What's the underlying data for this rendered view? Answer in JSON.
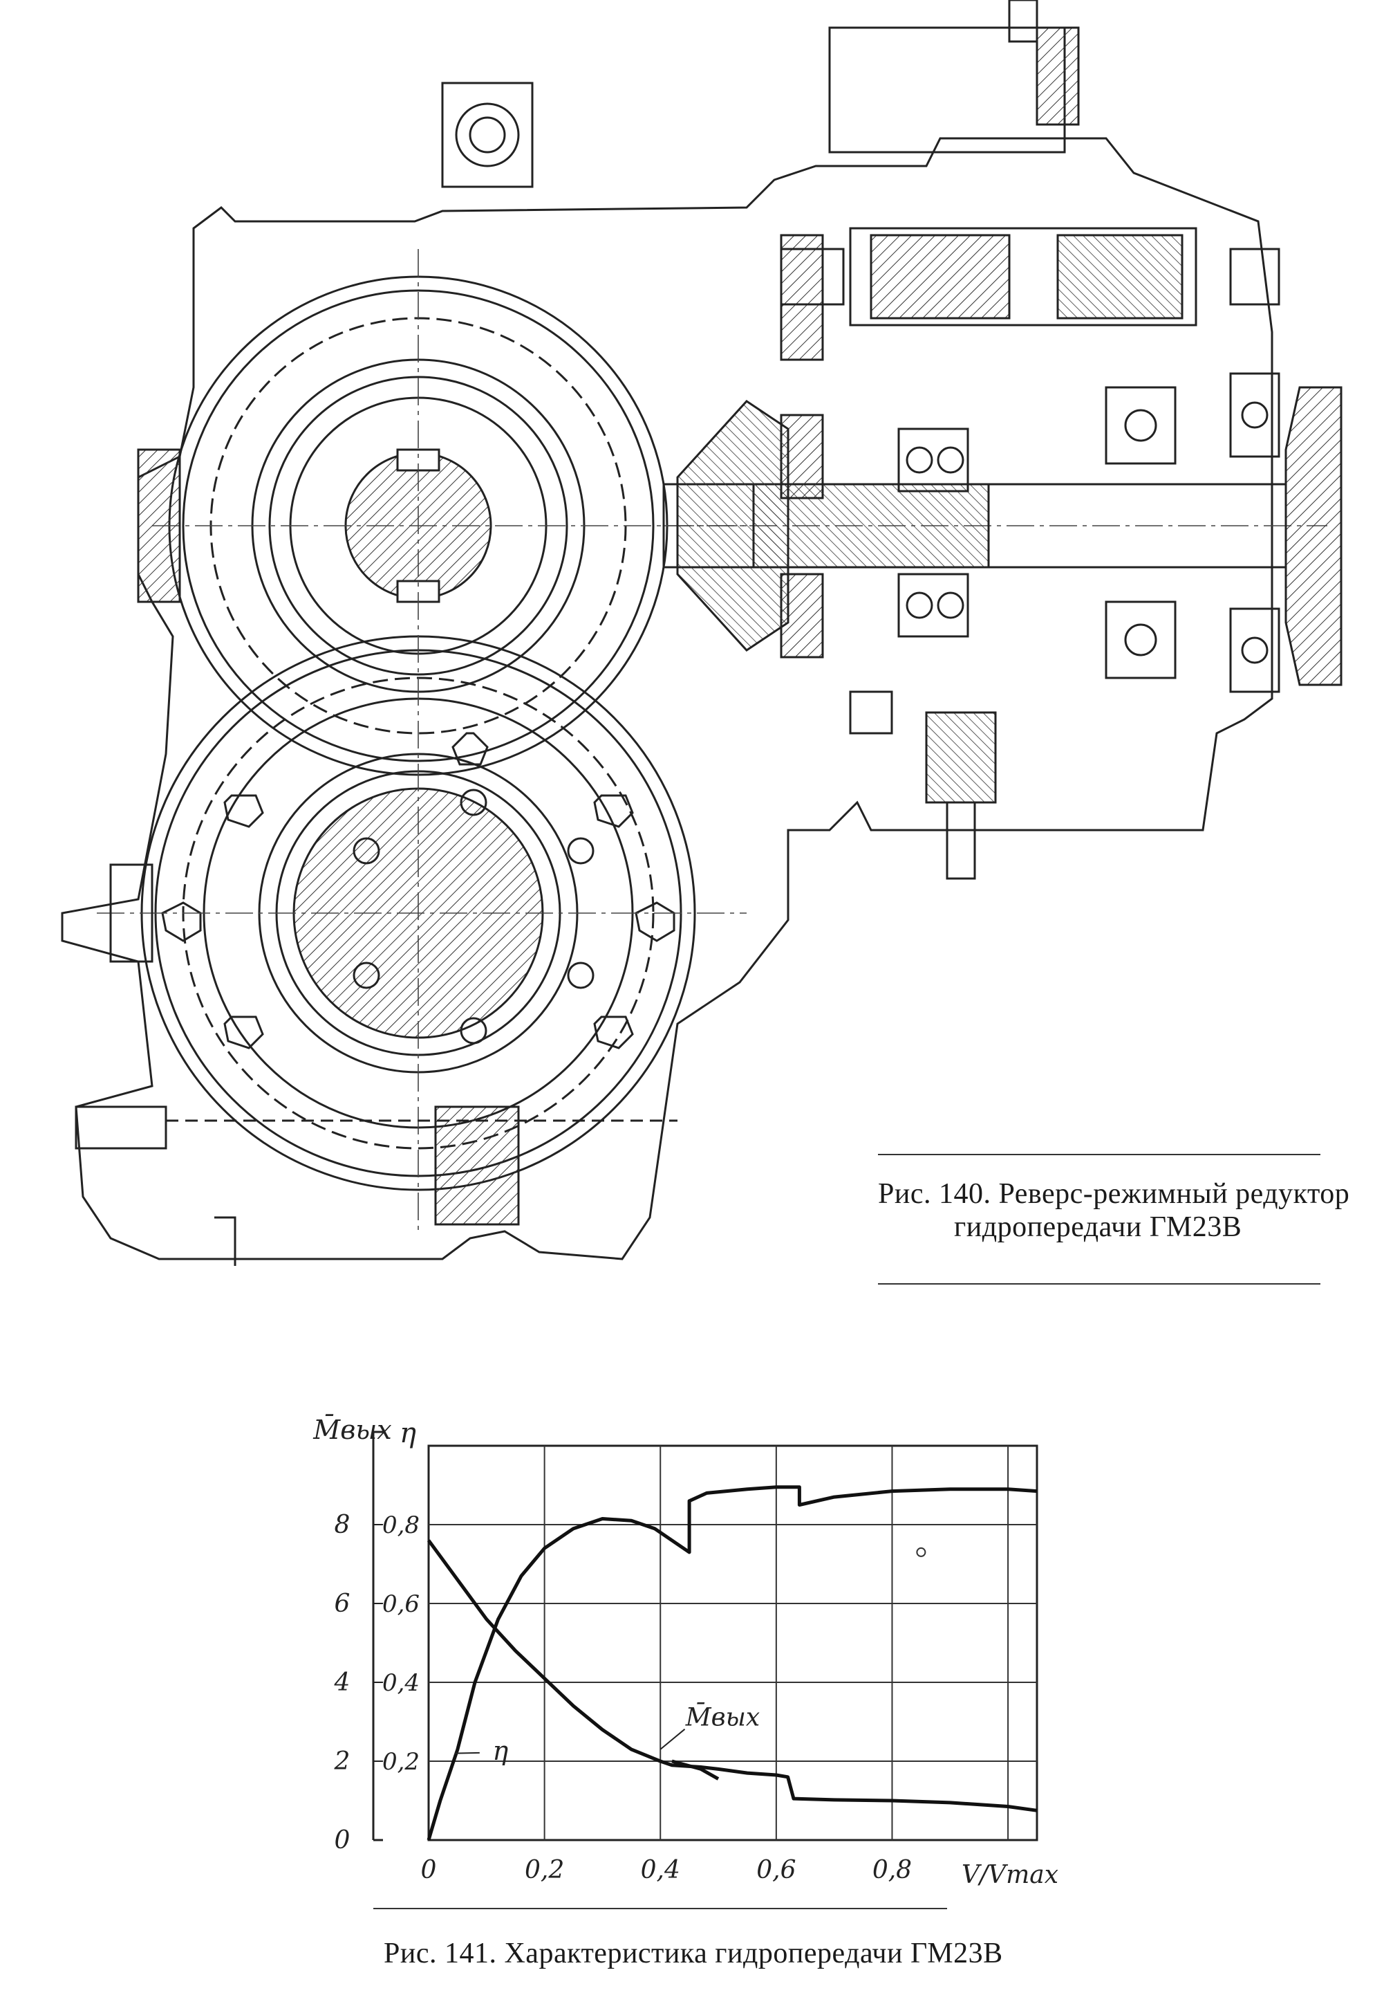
{
  "figure_140": {
    "caption_line1": "Рис. 140. Реверс-режимный редуктор",
    "caption_line2": "гидропередачи ГМ23В"
  },
  "figure_141": {
    "caption": "Рис. 141. Характеристика гидропередачи ГМ23В"
  },
  "chart_data": {
    "type": "line",
    "title": "",
    "xlabel": "V/Vmax",
    "ylabel_left": "M̄вых",
    "ylabel_right": "η",
    "x_ticks": [
      "0",
      "0,2",
      "0,4",
      "0,6",
      "0,8"
    ],
    "y_left_ticks": [
      "0",
      "2",
      "4",
      "6",
      "8"
    ],
    "y_right_ticks": [
      "0,2",
      "0,4",
      "0,6",
      "0,8"
    ],
    "xlim": [
      0,
      1.05
    ],
    "ylim_left": [
      0,
      10
    ],
    "ylim_right": [
      0,
      1.0
    ],
    "grid": true,
    "series": [
      {
        "name": "η",
        "axis": "right",
        "x": [
          0.0,
          0.02,
          0.05,
          0.08,
          0.12,
          0.16,
          0.2,
          0.25,
          0.3,
          0.35,
          0.39,
          0.42,
          0.45,
          0.45,
          0.48,
          0.55,
          0.6,
          0.64,
          0.64,
          0.7,
          0.8,
          0.9,
          1.0,
          1.05
        ],
        "y": [
          0.0,
          0.1,
          0.23,
          0.4,
          0.56,
          0.67,
          0.74,
          0.79,
          0.815,
          0.81,
          0.79,
          0.76,
          0.73,
          0.86,
          0.88,
          0.89,
          0.895,
          0.895,
          0.85,
          0.87,
          0.885,
          0.89,
          0.89,
          0.885
        ]
      },
      {
        "name": "M̄вых",
        "axis": "left",
        "x": [
          0.0,
          0.05,
          0.1,
          0.15,
          0.2,
          0.25,
          0.3,
          0.35,
          0.4,
          0.42,
          0.47,
          0.5,
          0.55,
          0.6,
          0.62,
          0.63,
          0.7,
          0.8,
          0.9,
          1.0,
          1.05
        ],
        "y": [
          7.6,
          6.6,
          5.6,
          4.8,
          4.1,
          3.4,
          2.8,
          2.3,
          2.0,
          1.9,
          1.85,
          1.8,
          1.7,
          1.65,
          1.6,
          1.05,
          1.02,
          1.0,
          0.95,
          0.85,
          0.75
        ]
      },
      {
        "name": "",
        "axis": "left",
        "x": [
          0.42,
          0.47,
          0.5
        ],
        "y": [
          2.0,
          1.8,
          1.55
        ]
      }
    ],
    "annotations": [
      {
        "text": "η",
        "x": 0.1,
        "y_right": 0.23
      },
      {
        "text": "M̄вых",
        "x": 0.46,
        "y_left": 2.9
      }
    ]
  }
}
